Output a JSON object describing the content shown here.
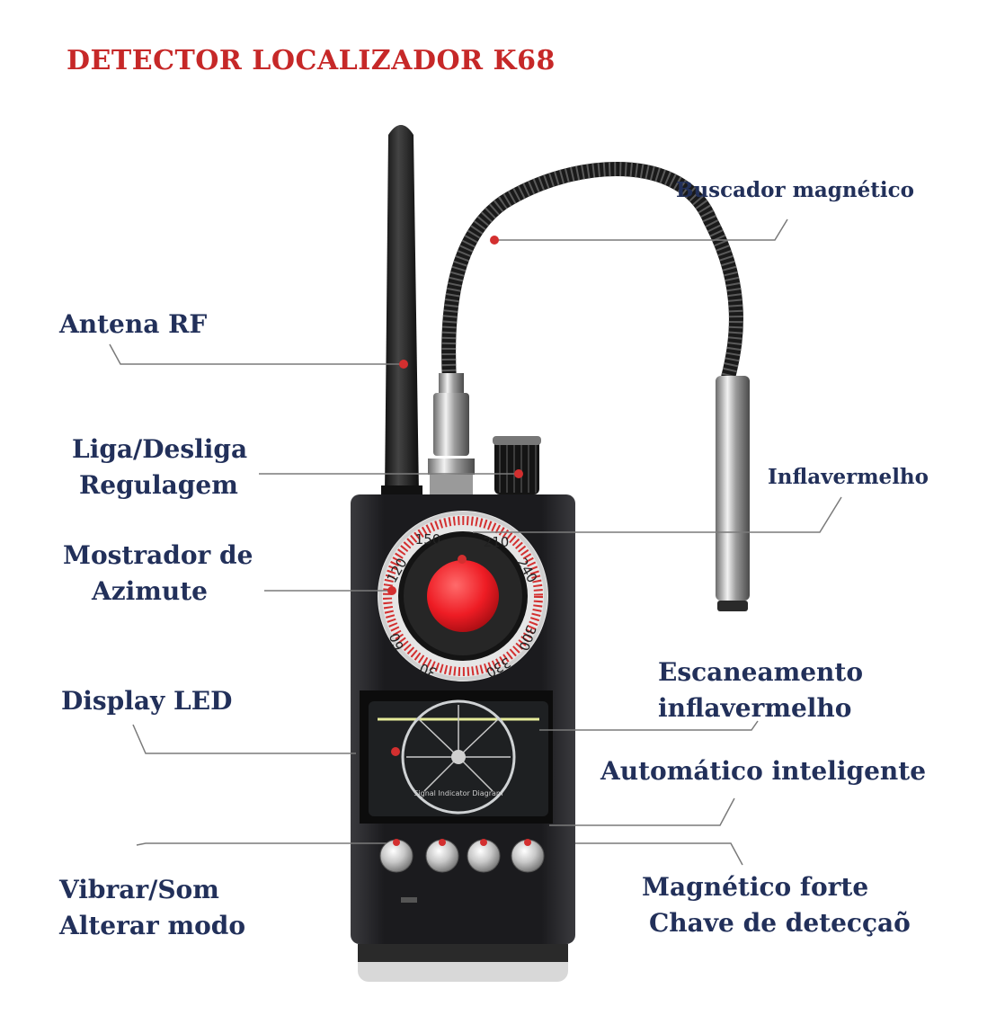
{
  "title": "DETECTOR LOCALIZADOR K68",
  "colors": {
    "title": "#c62828",
    "label": "#22305a",
    "leader": "#7a7a7a",
    "dot": "#d32f2f",
    "device_body": "#1c1c1f",
    "lens": "#ee1c24"
  },
  "labels": {
    "antena": "Antena RF",
    "liga_1": "Liga/Desliga",
    "liga_2": "Regulagem",
    "mostrador_1": "Mostrador de",
    "mostrador_2": "Azimute",
    "display": "Display LED",
    "vibrar_1": "Vibrar/Som",
    "vibrar_2": "Alterar modo",
    "buscador": "Buscador magnético",
    "inflavermelho": "Inflavermelho",
    "escaneamento_1": "Escaneamento",
    "escaneamento_2": "inflavermelho",
    "automatico": "Automático inteligente",
    "magnetico_1": "Magnético forte",
    "magnetico_2": "Chave de detecçaõ"
  },
  "dial_ticks": [
    "150",
    "210",
    "240",
    "300",
    "330",
    "30",
    "60",
    "120"
  ],
  "display_text": {
    "diagram_caption": "Signal Indicator Diagram"
  }
}
